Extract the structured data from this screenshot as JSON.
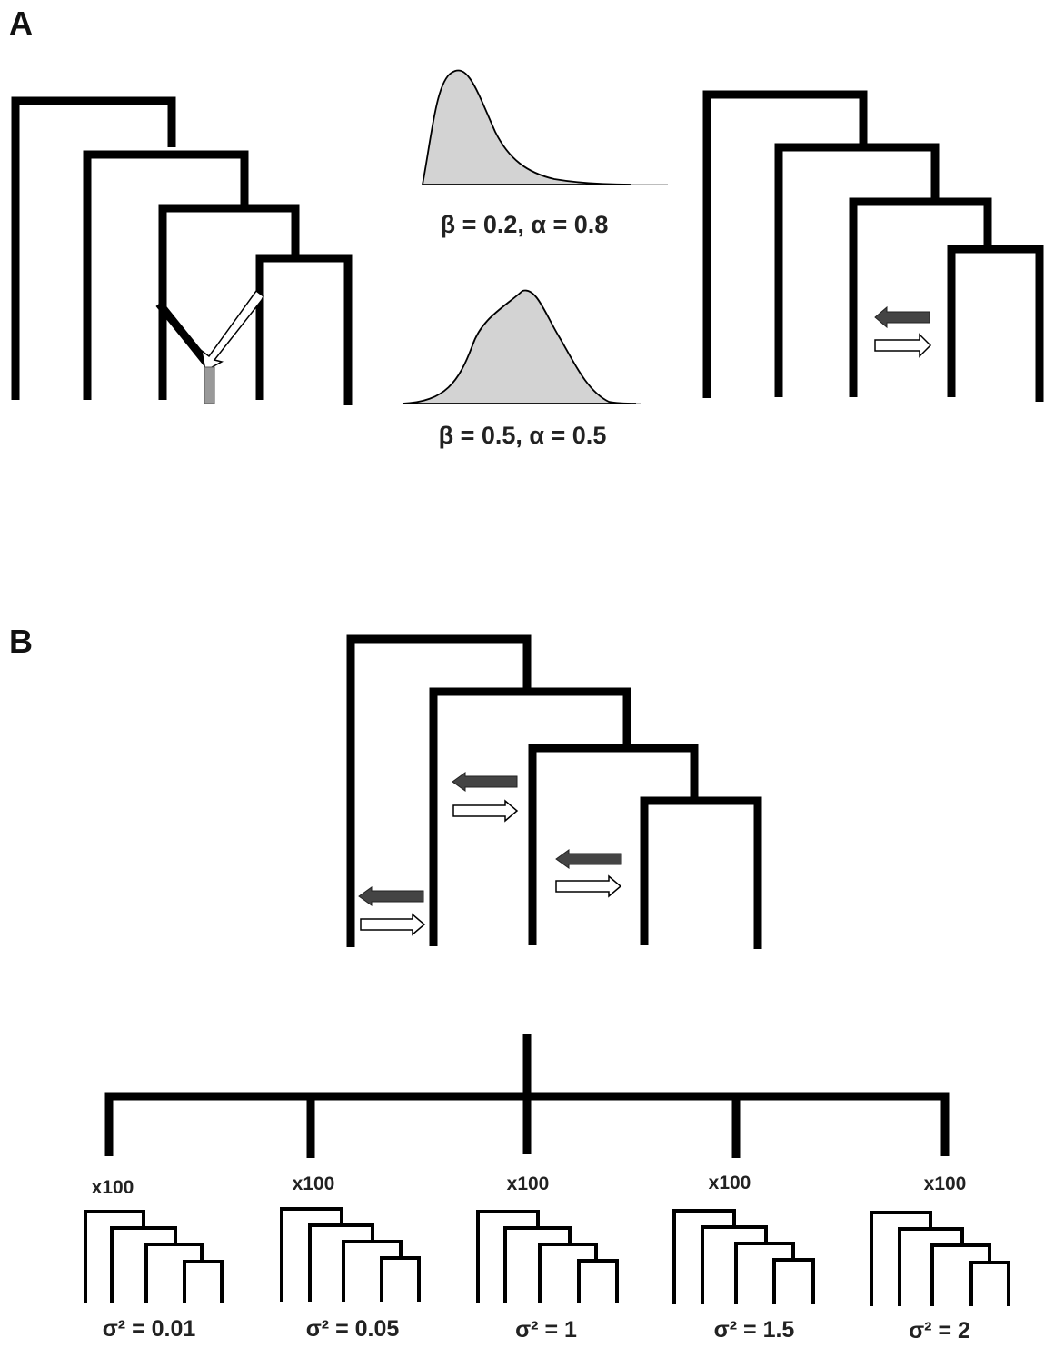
{
  "panel_a": {
    "label": "A",
    "distributions": [
      {
        "label": "β = 0.2, α = 0.8",
        "shape": "right-skewed"
      },
      {
        "label": "β = 0.5, α = 0.5",
        "shape": "symmetric"
      }
    ]
  },
  "panel_b": {
    "label": "B",
    "replicates": [
      {
        "count_label": "x100",
        "sigma_label": "σ² = 0.01"
      },
      {
        "count_label": "x100",
        "sigma_label": "σ² = 0.05"
      },
      {
        "count_label": "x100",
        "sigma_label": "σ² = 1"
      },
      {
        "count_label": "x100",
        "sigma_label": "σ² = 1.5"
      },
      {
        "count_label": "x100",
        "sigma_label": "σ² = 2"
      }
    ]
  },
  "colors": {
    "tree": "#000000",
    "density_fill": "#d3d3d3",
    "arrow_dark": "#444444",
    "arrow_light": "#ffffff",
    "hybrid_stub": "#999999"
  }
}
